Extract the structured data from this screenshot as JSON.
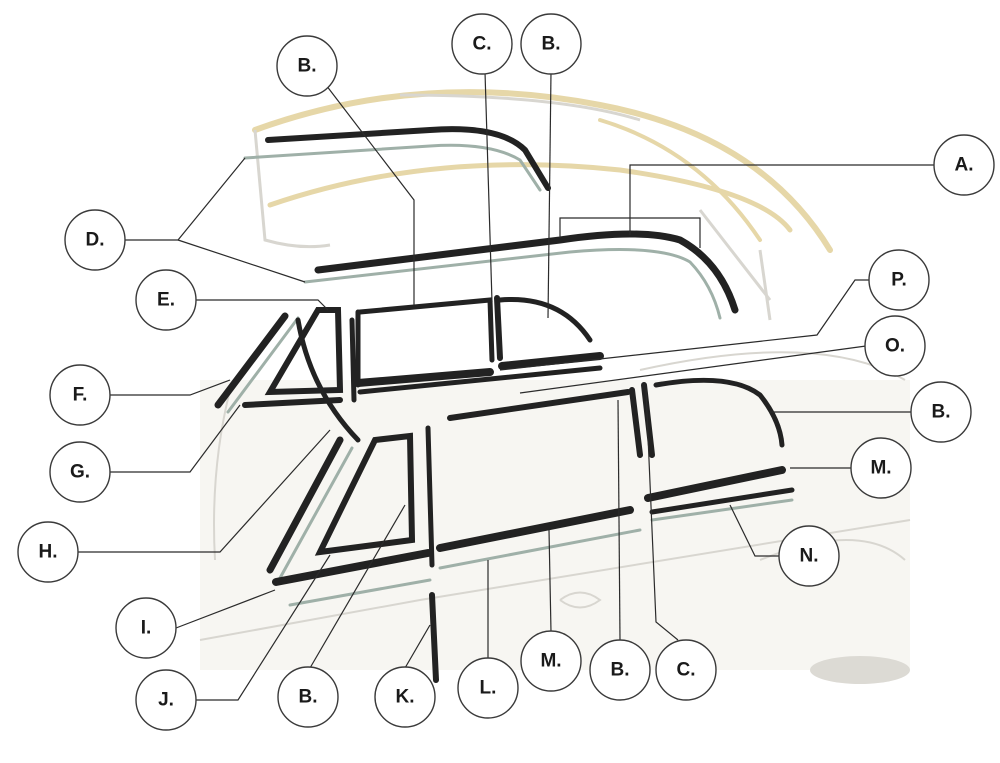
{
  "callouts": [
    {
      "key": "b_top_left",
      "label": "B."
    },
    {
      "key": "c_top",
      "label": "C."
    },
    {
      "key": "b_top_right",
      "label": "B."
    },
    {
      "key": "a",
      "label": "A."
    },
    {
      "key": "d",
      "label": "D."
    },
    {
      "key": "p",
      "label": "P."
    },
    {
      "key": "e",
      "label": "E."
    },
    {
      "key": "o",
      "label": "O."
    },
    {
      "key": "f",
      "label": "F."
    },
    {
      "key": "b_right",
      "label": "B."
    },
    {
      "key": "g",
      "label": "G."
    },
    {
      "key": "m_right",
      "label": "M."
    },
    {
      "key": "h",
      "label": "H."
    },
    {
      "key": "n",
      "label": "N."
    },
    {
      "key": "i",
      "label": "I."
    },
    {
      "key": "m_bottom",
      "label": "M."
    },
    {
      "key": "b_bottom_right",
      "label": "B."
    },
    {
      "key": "c_bottom",
      "label": "C."
    },
    {
      "key": "j",
      "label": "J."
    },
    {
      "key": "b_bottom_left",
      "label": "B."
    },
    {
      "key": "k",
      "label": "K."
    },
    {
      "key": "l",
      "label": "L."
    }
  ],
  "colors": {
    "seal": "#222222",
    "glass_channel": "#9fb0a8",
    "top_frame": "#e6d7a8",
    "body_outline": "#d8d6d0",
    "callout_stroke": "#3a3a3a"
  }
}
